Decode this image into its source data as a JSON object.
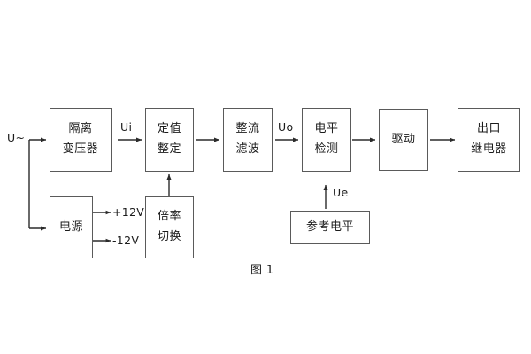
{
  "figure": {
    "caption": "图 1",
    "input_label": "U~",
    "signal_labels": {
      "ui": "Ui",
      "uo": "Uo",
      "ue": "Ue"
    },
    "supply_rails": {
      "positive": "+12V",
      "negative": "-12V"
    },
    "blocks": {
      "isolation_transformer": {
        "line1": "隔离",
        "line2": "变压器"
      },
      "power_supply": {
        "line1": "电源"
      },
      "setpoint_setting": {
        "line1": "定值",
        "line2": "整定"
      },
      "multiplier_switch": {
        "line1": "倍率",
        "line2": "切换"
      },
      "rectify_filter": {
        "line1": "整流",
        "line2": "滤波"
      },
      "level_detection": {
        "line1": "电平",
        "line2": "检测"
      },
      "reference_level": {
        "line1": "参考电平"
      },
      "drive": {
        "line1": "驱动"
      },
      "output_relay": {
        "line1": "出口",
        "line2": "继电器"
      }
    },
    "colors": {
      "box_border": "#5a5a5a",
      "wire": "#2b2b2b",
      "text": "#1b1b1b",
      "background": "#ffffff"
    }
  }
}
